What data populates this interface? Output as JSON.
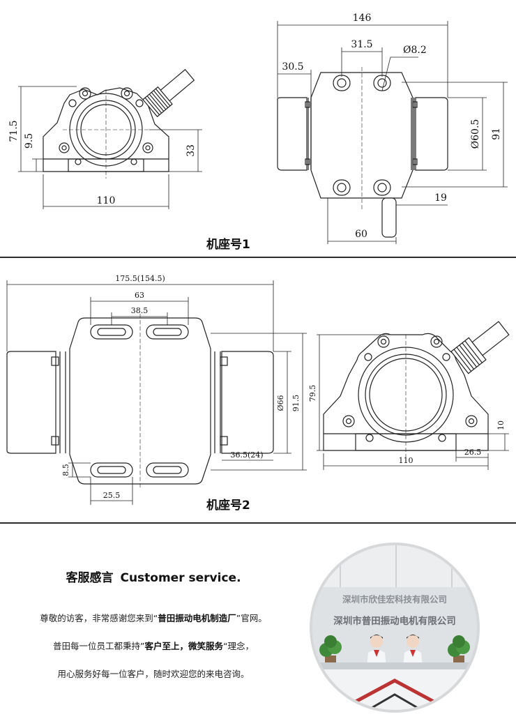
{
  "panel1": {
    "caption": "机座号1",
    "side_view": {
      "dim_width": "110",
      "dim_height": "71.5",
      "dim_foot": "9.5",
      "dim_center": "33"
    },
    "top_view": {
      "dim_total": "146",
      "dim_slot_pitch": "31.5",
      "dim_hole": "Ø8.2",
      "dim_offset": "30.5",
      "dim_diameter": "Ø60.5",
      "dim_depth": "91",
      "dim_cable": "19",
      "dim_base": "60"
    }
  },
  "panel2": {
    "caption": "机座号2",
    "top_view": {
      "dim_total": "175.5(154.5)",
      "dim_slot_outer": "63",
      "dim_slot_inner": "38.5",
      "dim_diameter": "Ø66",
      "dim_depth": "91.5",
      "dim_end": "36.5(24)",
      "dim_slot_h": "8.5",
      "dim_slot_w": "25.5"
    },
    "side_view": {
      "dim_height": "79.5",
      "dim_foot": "10",
      "dim_width": "110",
      "dim_edge": "26.5"
    }
  },
  "service": {
    "title_cn": "客服感言",
    "title_en": "Customer service.",
    "line1_pre": "尊敬的访客，非常感谢您来到“",
    "line1_bold": "普田振动电机制造厂",
    "line1_post": "”官网。",
    "line2_pre": "普田每一位员工都秉持”",
    "line2_bold": "客户至上，微笑服务",
    "line2_post": "“理念，",
    "line3": "用心服务好每一位客户，随时欢迎您的来电咨询。",
    "photo": {
      "sign_top": "深圳市欣佳宏科技有限公司",
      "sign_bottom": "深圳市普田振动电机有限公司"
    }
  }
}
